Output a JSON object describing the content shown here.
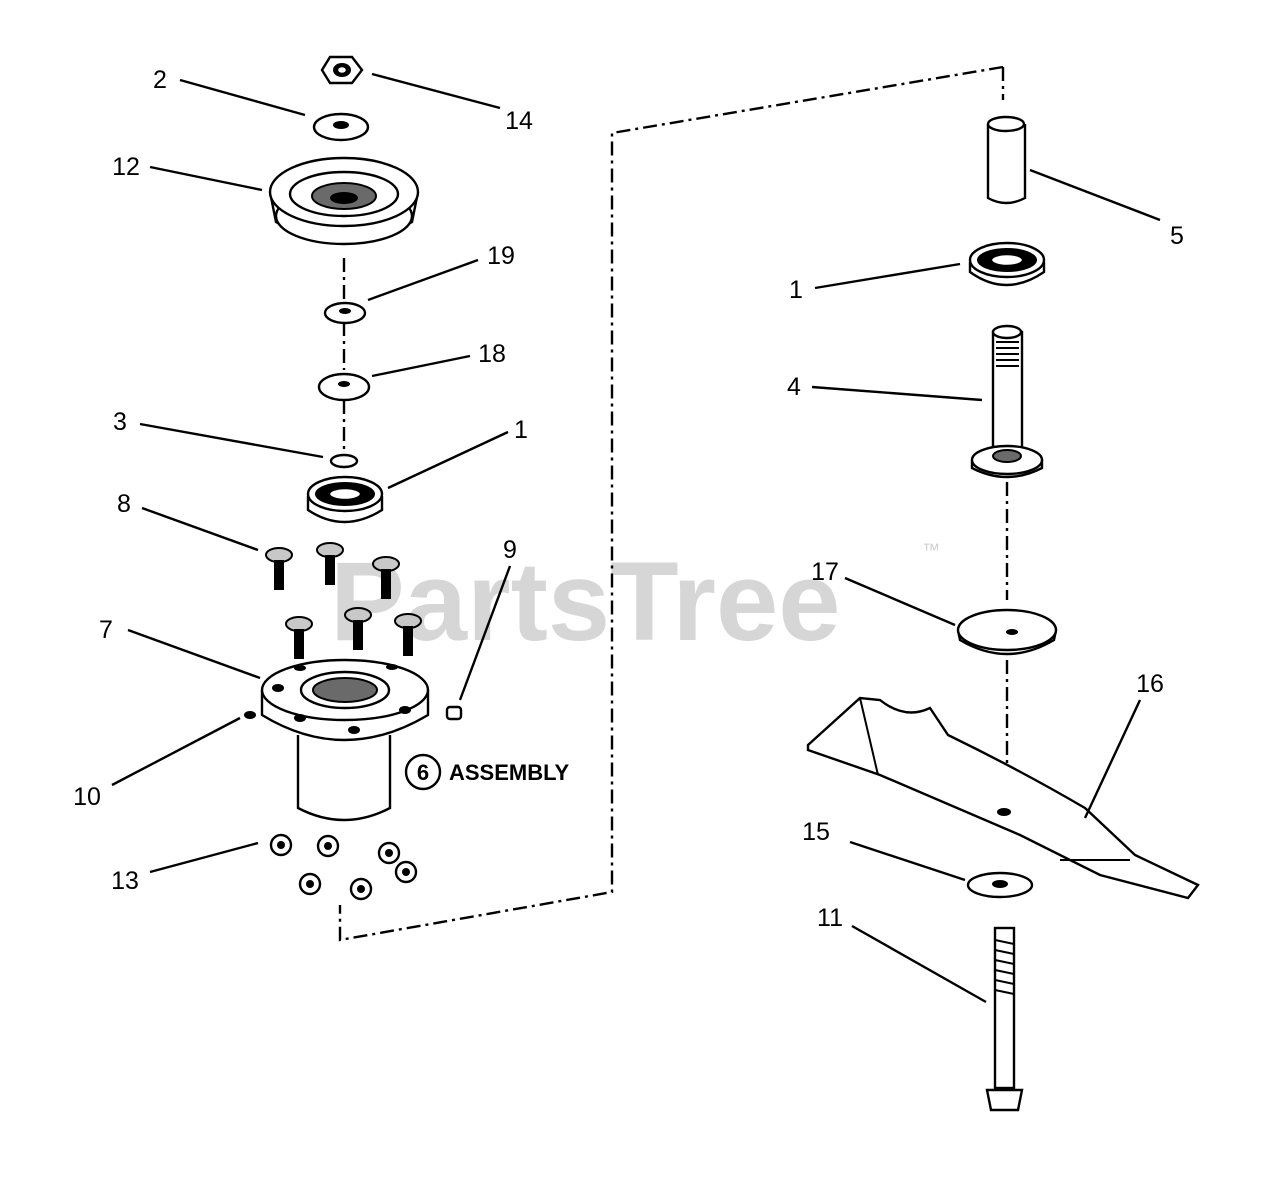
{
  "watermark": {
    "text": "PartsTree",
    "trademark": "™"
  },
  "assembly": {
    "number": "6",
    "label": "ASSEMBLY"
  },
  "callouts": {
    "c2": "2",
    "c14": "14",
    "c12": "12",
    "c19": "19",
    "c18": "18",
    "c3": "3",
    "c1_left": "1",
    "c8": "8",
    "c9": "9",
    "c7": "7",
    "c10": "10",
    "c13": "13",
    "c5": "5",
    "c1_right": "1",
    "c4": "4",
    "c17": "17",
    "c16": "16",
    "c15": "15",
    "c11": "11"
  },
  "colors": {
    "ink": "#000000",
    "watermark": "#cfcfcf",
    "background": "#ffffff"
  }
}
